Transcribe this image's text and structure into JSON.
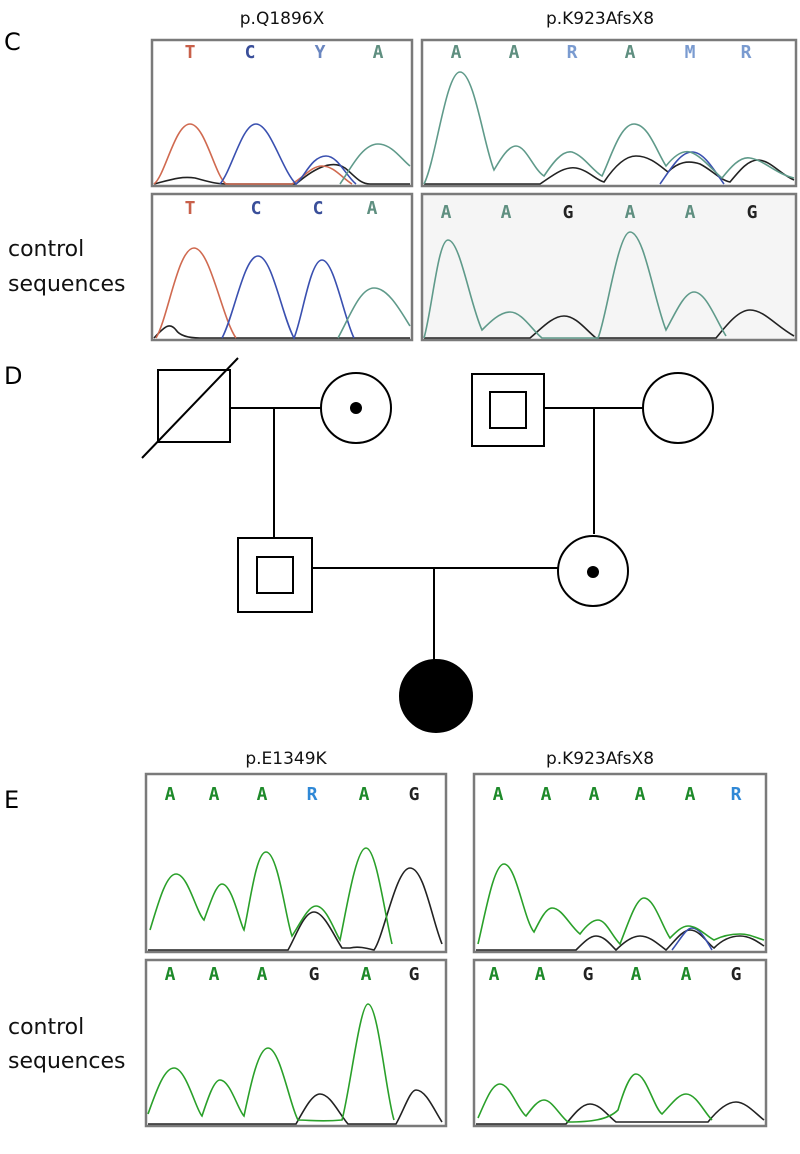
{
  "panels": {
    "C": {
      "letter": "C",
      "side_label_lines": [
        "control",
        "sequences"
      ],
      "chromatograms": [
        {
          "title": "p.Q1896X",
          "patient_bases": [
            "T",
            "C",
            "Y",
            "A"
          ],
          "control_bases": [
            "T",
            "C",
            "C",
            "A"
          ]
        },
        {
          "title": "p.K923AfsX8",
          "patient_bases": [
            "A",
            "A",
            "R",
            "A",
            "M",
            "R"
          ],
          "control_bases": [
            "A",
            "A",
            "G",
            "A",
            "A",
            "G"
          ]
        }
      ]
    },
    "D": {
      "letter": "D",
      "pedigree": {
        "individuals": [
          {
            "id": "paternal-grandfather",
            "sex": "male",
            "status": "deceased"
          },
          {
            "id": "paternal-grandmother",
            "sex": "female",
            "status": "carrier"
          },
          {
            "id": "maternal-grandfather",
            "sex": "male",
            "status": "carrier"
          },
          {
            "id": "maternal-grandmother",
            "sex": "female",
            "status": "unaffected"
          },
          {
            "id": "father",
            "sex": "male",
            "status": "carrier"
          },
          {
            "id": "mother",
            "sex": "female",
            "status": "carrier"
          },
          {
            "id": "proband",
            "sex": "female",
            "status": "affected"
          }
        ]
      }
    },
    "E": {
      "letter": "E",
      "side_label_lines": [
        "control",
        "sequences"
      ],
      "chromatograms": [
        {
          "title": "p.E1349K",
          "patient_bases": [
            "A",
            "A",
            "A",
            "R",
            "A",
            "G"
          ],
          "control_bases": [
            "A",
            "A",
            "A",
            "G",
            "A",
            "G"
          ]
        },
        {
          "title": "p.K923AfsX8",
          "patient_bases": [
            "A",
            "A",
            "A",
            "A",
            "A",
            "R"
          ],
          "control_bases": [
            "A",
            "A",
            "G",
            "A",
            "A",
            "G"
          ]
        }
      ]
    }
  },
  "colors": {
    "T": "#c8604a",
    "C": "#3a4f9a",
    "Y": "#6a86c0",
    "A_C": "#5f8f80",
    "R_C": "#7a9bd0",
    "M_C": "#7a9bd0",
    "G": "#222222",
    "A_E": "#1e8a2a",
    "R_E": "#2f88d6",
    "trace_teal": "#5f9a8a",
    "trace_green": "#2aa02a",
    "trace_black": "#222222",
    "trace_red": "#d06a50",
    "trace_blue": "#3a50b0"
  }
}
